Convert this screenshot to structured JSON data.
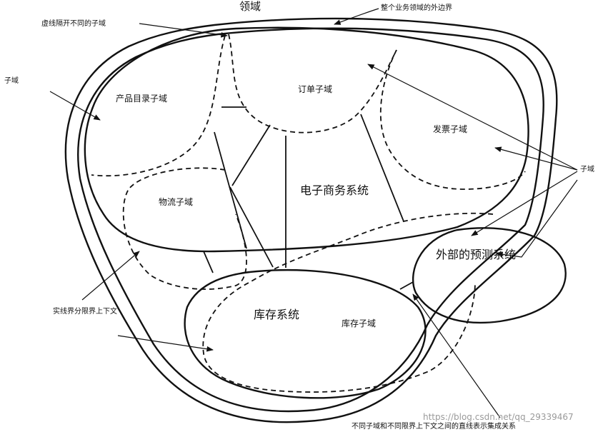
{
  "diagram": {
    "title": "领域",
    "annotations": {
      "domain_boundary": "整个业务领域的外边界",
      "dashed_separator": "虚线隔开不同的子域",
      "subdomain_left": "子域",
      "subdomain_right": "子域",
      "solid_boundary": "实线界分限界上下文",
      "integration_note": "不同子域和不同限界上下文之间的直线表示集成关系"
    },
    "subdomains": {
      "product_catalog": "产品目录子域",
      "order": "订单子域",
      "invoice": "发票子域",
      "logistics": "物流子域",
      "inventory": "库存子域"
    },
    "contexts": {
      "ecommerce": "电子商务系统",
      "inventory_system": "库存系统",
      "external_forecast": "外部的预测系统"
    },
    "watermark": "https://blog.csdn.net/qq_29339467"
  }
}
